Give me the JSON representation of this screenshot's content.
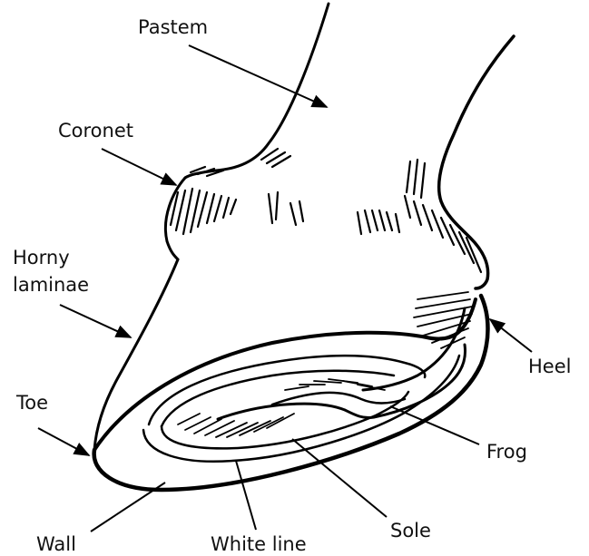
{
  "diagram": {
    "labels": {
      "pastem": "Pastem",
      "coronet": "Coronet",
      "horny_line1": "Horny",
      "horny_line2": "laminae",
      "toe": "Toe",
      "heel": "Heel",
      "frog": "Frog",
      "sole": "Sole",
      "white_line": "White line",
      "wall": "Wall"
    },
    "colors": {
      "ink": "#000000",
      "background": "#ffffff"
    }
  }
}
